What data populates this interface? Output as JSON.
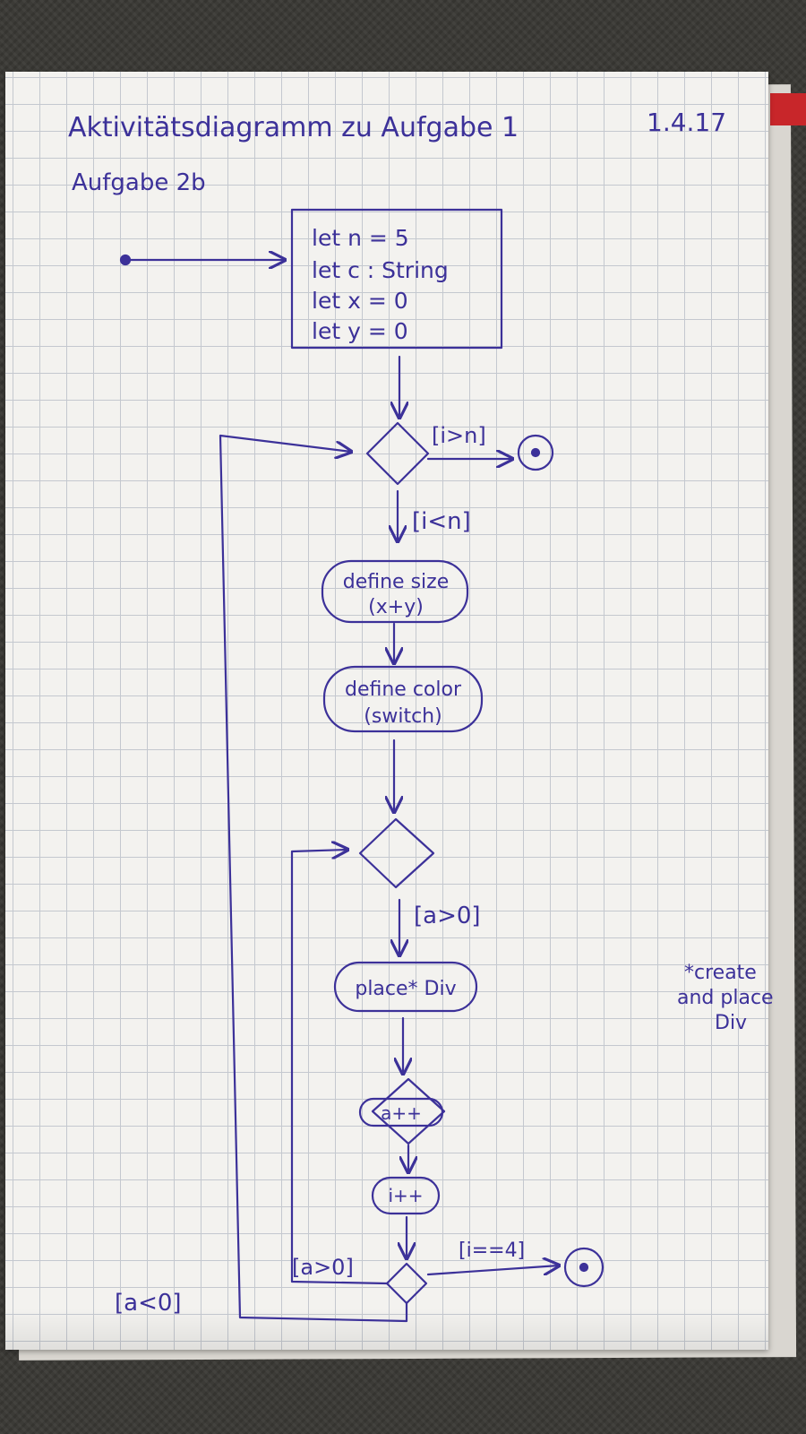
{
  "header": {
    "title": "Aktivitätsdiagramm zu Aufgabe 1",
    "subtitle": "Aufgabe 2b",
    "date": "1.4.17"
  },
  "init_block": [
    "let n = 5",
    "let c : String",
    "let x = 0",
    "let y = 0"
  ],
  "guards": {
    "exit": "[i>n]",
    "enter": "[i<n]",
    "inner_enter": "[a>0]",
    "inner_repeat": "[a>0]",
    "final": "[i==4]",
    "outer_back": "[a<0]"
  },
  "actions": {
    "size": [
      "define size",
      "(x+y)"
    ],
    "color": [
      "define color",
      "(switch)"
    ],
    "place": "place* Div",
    "a_inc": "a++",
    "i_inc": "i++"
  },
  "note": [
    "*create",
    "and place",
    "Div"
  ],
  "colors": {
    "ink": "#3c3199",
    "paper": "#f3f2ef",
    "grid": "#c4c8cf",
    "tab": "#c8262a"
  }
}
